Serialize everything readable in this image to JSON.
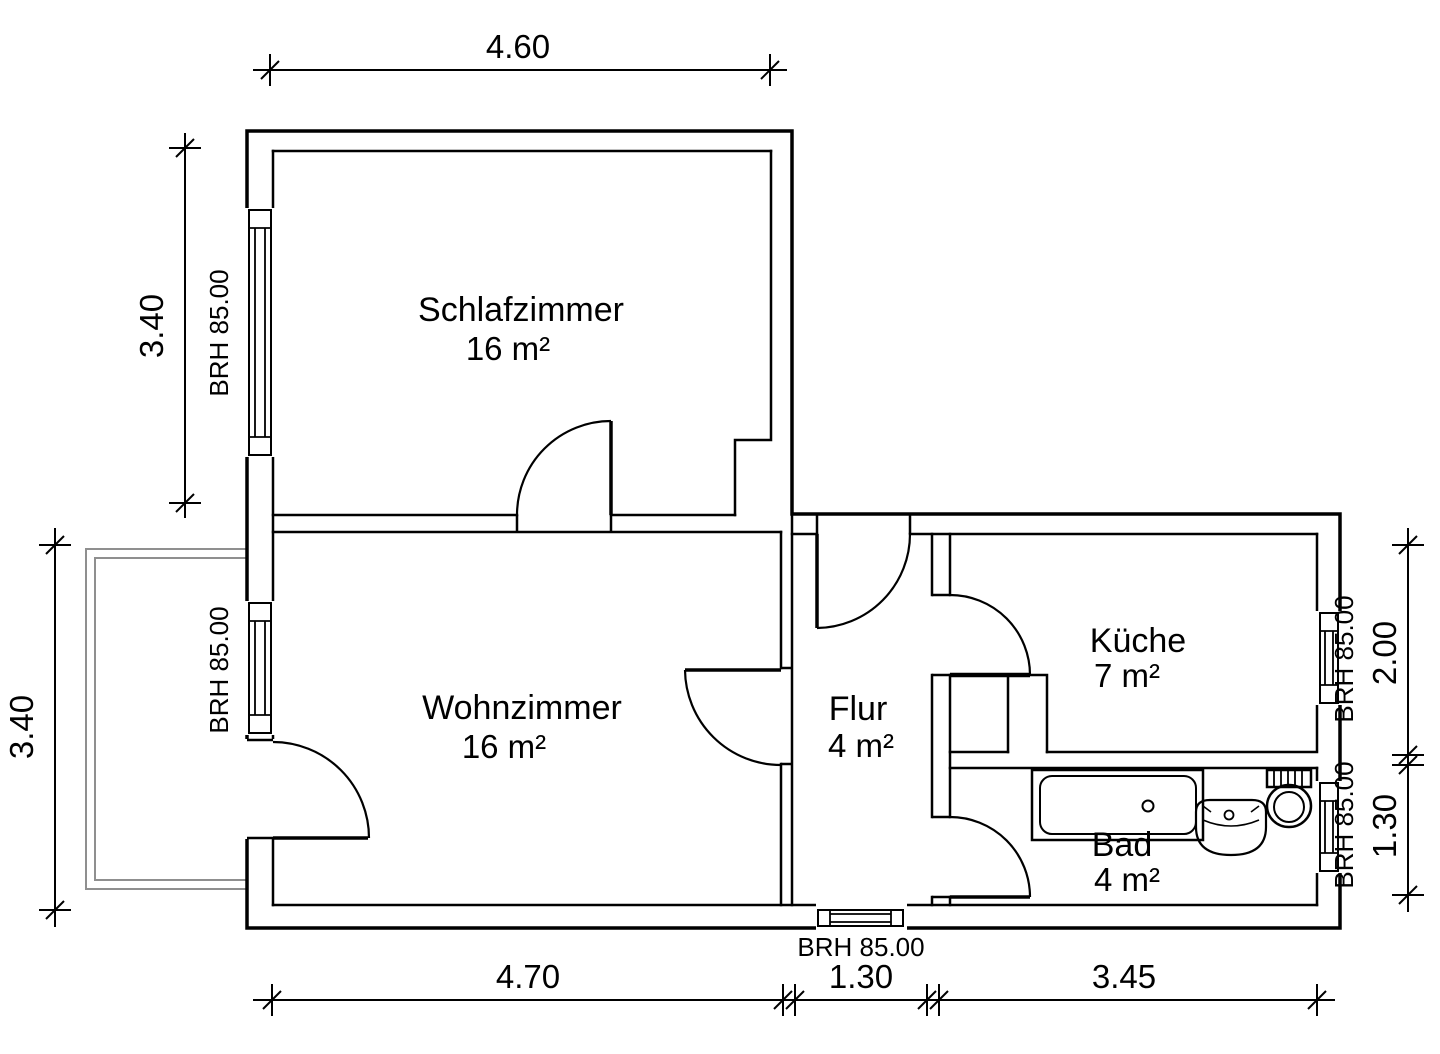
{
  "plan": {
    "rooms": [
      {
        "id": "schlafzimmer",
        "name": "Schlafzimmer",
        "area": "16 m²"
      },
      {
        "id": "wohnzimmer",
        "name": "Wohnzimmer",
        "area": "16 m²"
      },
      {
        "id": "flur",
        "name": "Flur",
        "area": "4 m²"
      },
      {
        "id": "kueche",
        "name": "Küche",
        "area": "7 m²"
      },
      {
        "id": "bad",
        "name": "Bad",
        "area": "4 m²"
      }
    ],
    "dimensions": {
      "top_width": "4.60",
      "left_upper_height": "3.40",
      "left_lower_height": "3.40",
      "right_upper_height": "2.00",
      "right_lower_height": "1.30",
      "bottom_left_width": "4.70",
      "bottom_middle_width": "1.30",
      "bottom_right_width": "3.45"
    },
    "sills": {
      "schlafzimmer_window": "BRH 85.00",
      "wohnzimmer_window": "BRH 85.00",
      "kueche_window": "BRH 85.00",
      "bad_window": "BRH 85.00",
      "flur_window": "BRH 85.00"
    },
    "colors": {
      "line": "#000000",
      "balcony": "#8f8f8f",
      "background": "#ffffff"
    }
  }
}
